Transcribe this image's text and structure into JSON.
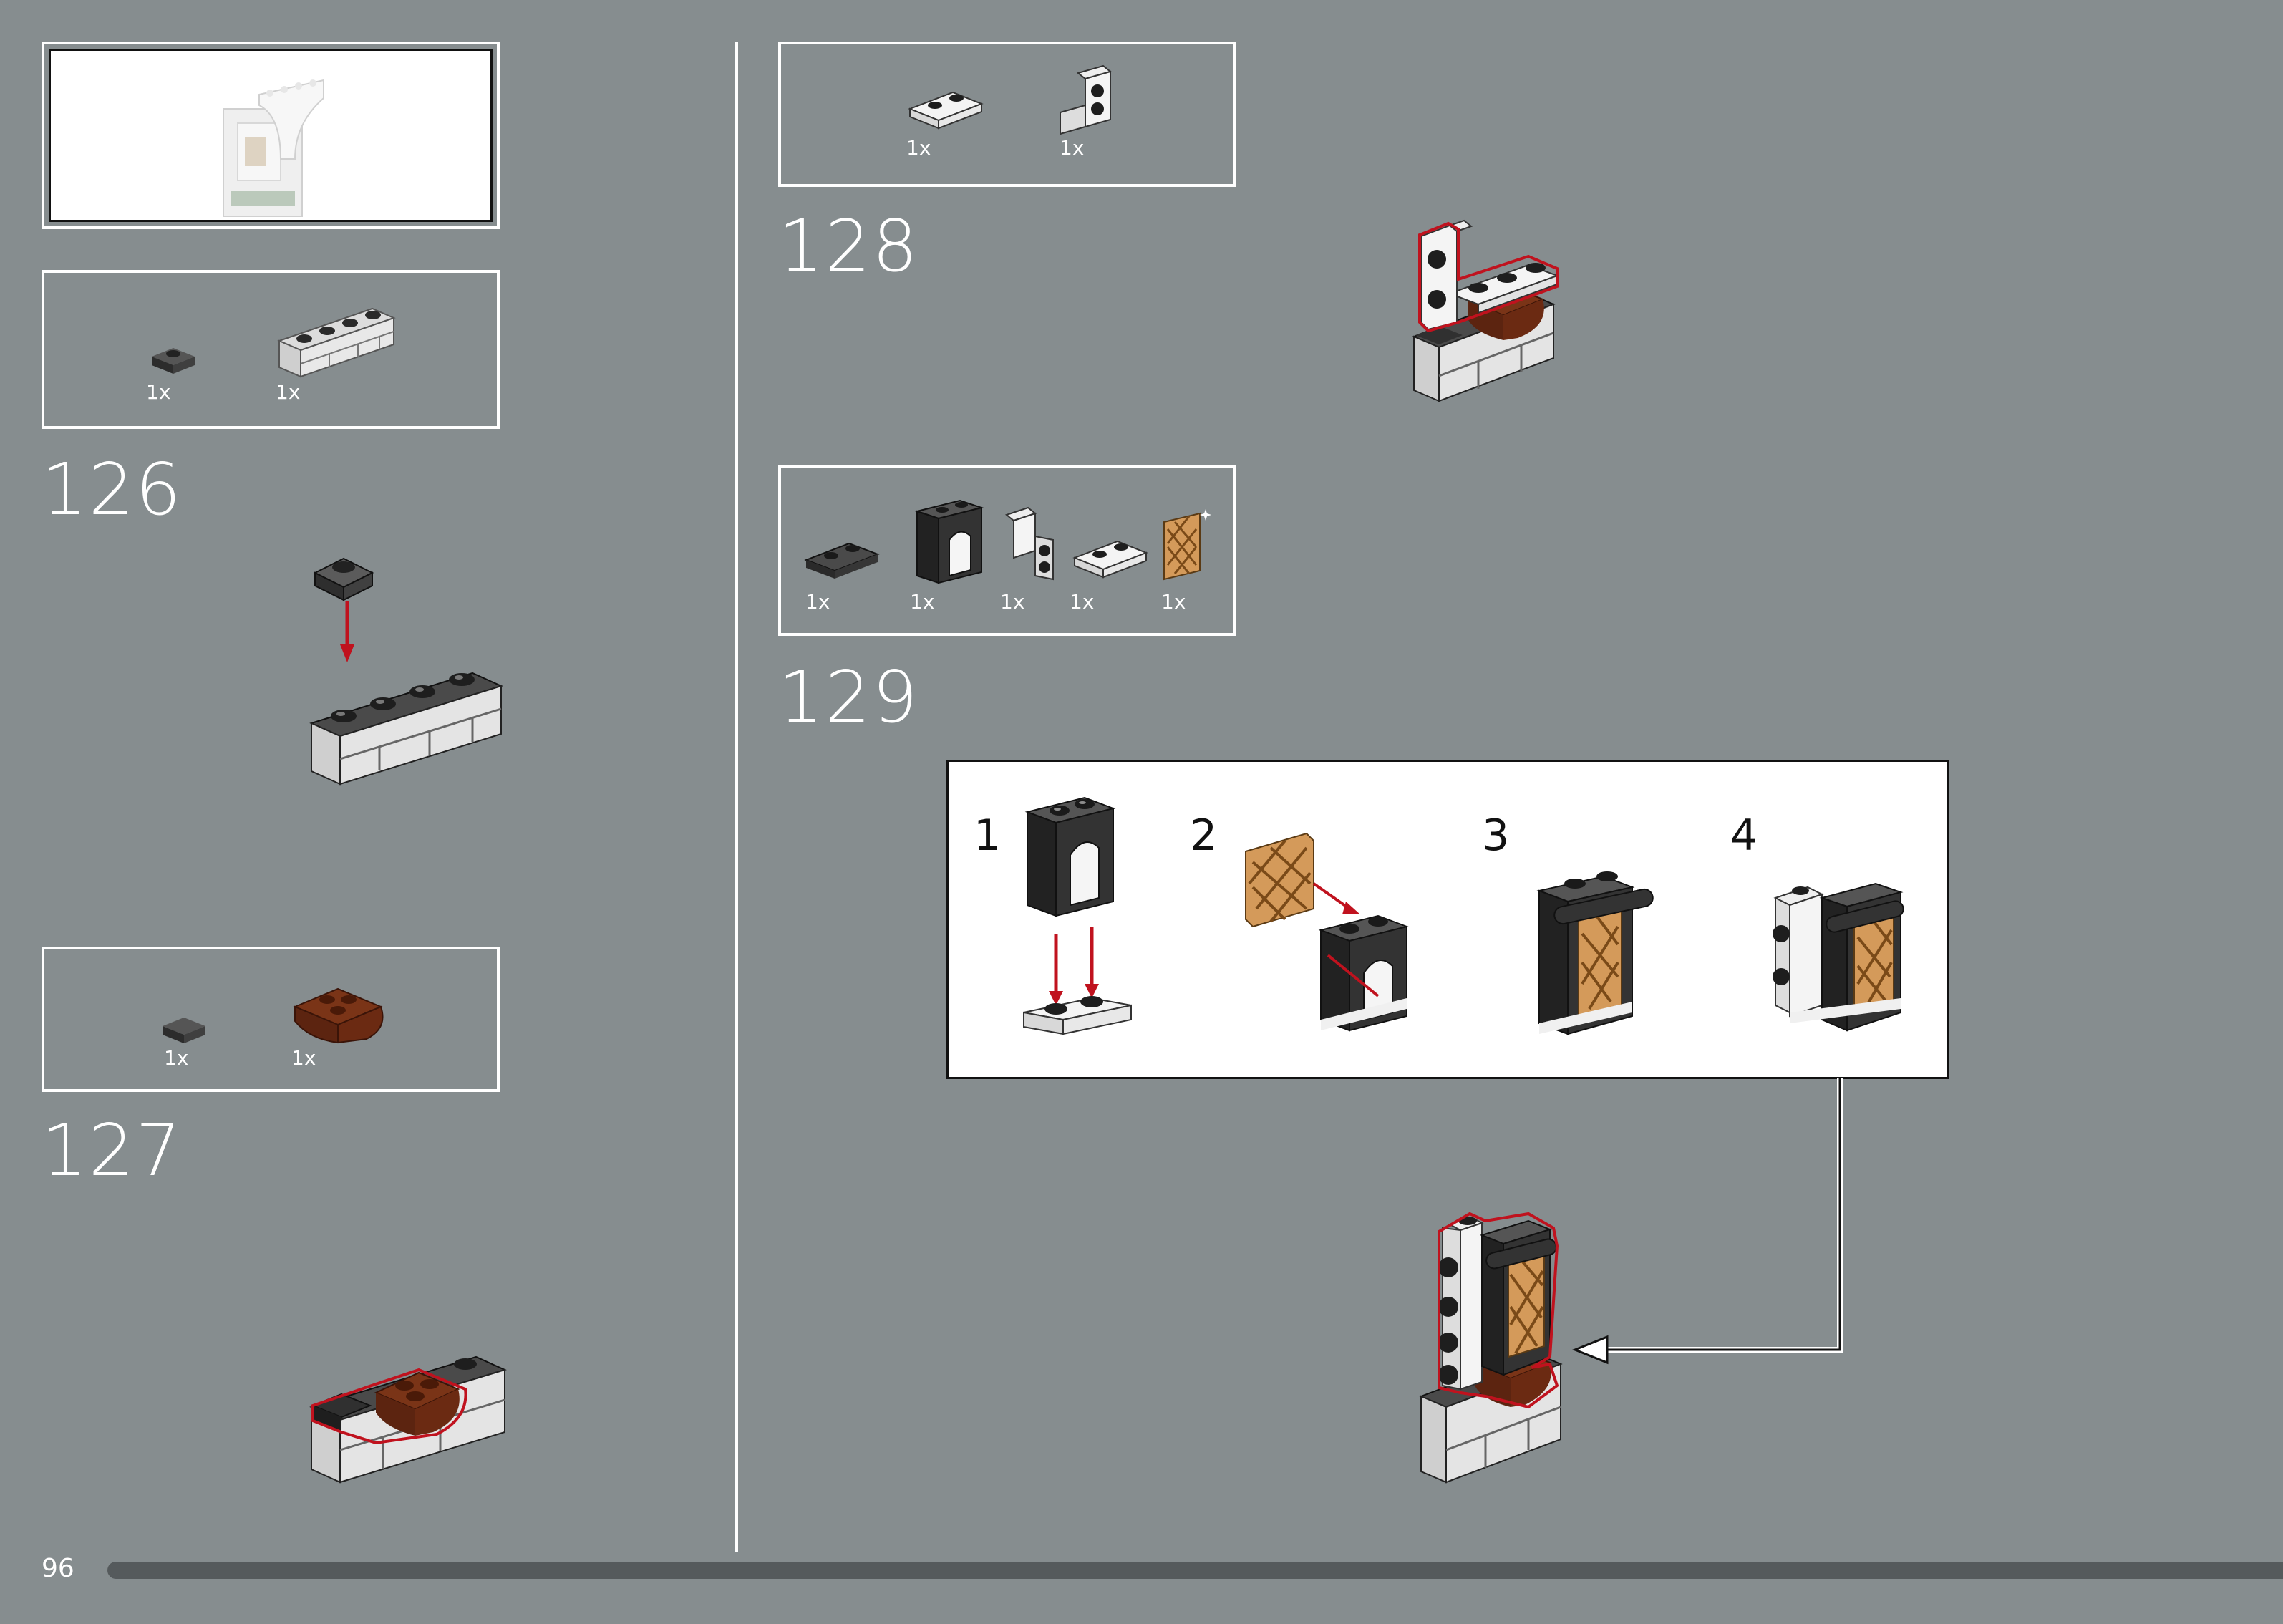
{
  "page": {
    "number": "96"
  },
  "colors": {
    "background": "#868d8f",
    "frame": "#ffffff",
    "highlight": "#c0121e",
    "dark_brick": "#3a3a3a",
    "white_brick": "#f2f2f2",
    "reddish_brown": "#6e2c12",
    "tan": "#d49a5a",
    "progress_bar": "#555a5c"
  },
  "preview": {
    "icon": "assembly-preview"
  },
  "steps": [
    {
      "number": "126",
      "parts": [
        {
          "qty": "1x",
          "icon": "dark-tile-1x1"
        },
        {
          "qty": "1x",
          "icon": "masonry-brick-1x4"
        }
      ]
    },
    {
      "number": "127",
      "parts": [
        {
          "qty": "1x",
          "icon": "dark-tile-1x1"
        },
        {
          "qty": "1x",
          "icon": "brown-curved-slope-2x2"
        }
      ]
    },
    {
      "number": "128",
      "parts": [
        {
          "qty": "1x",
          "icon": "white-plate-1x2"
        },
        {
          "qty": "1x",
          "icon": "white-bracket-1x1"
        }
      ]
    },
    {
      "number": "129",
      "parts": [
        {
          "qty": "1x",
          "icon": "dark-plate-rail"
        },
        {
          "qty": "1x",
          "icon": "dark-window-frame"
        },
        {
          "qty": "1x",
          "icon": "white-bracket-1x1"
        },
        {
          "qty": "1x",
          "icon": "white-plate-1x2"
        },
        {
          "qty": "1x",
          "icon": "tan-lattice-glass"
        }
      ],
      "substeps": [
        "1",
        "2",
        "3",
        "4"
      ]
    }
  ]
}
